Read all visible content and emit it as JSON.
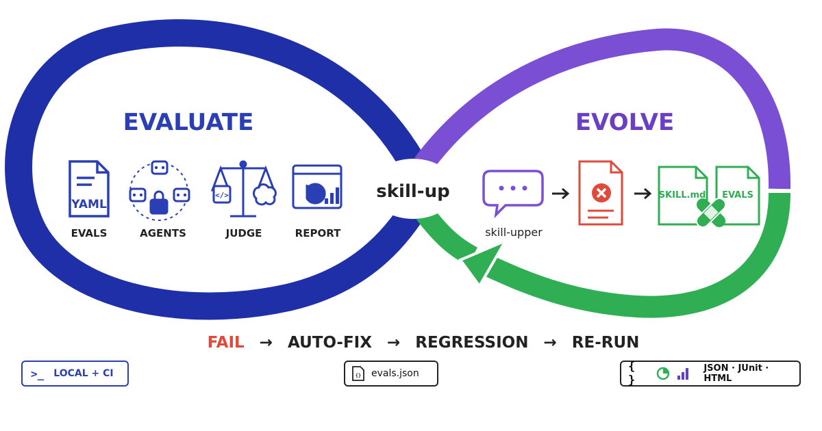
{
  "left_loop": {
    "title": "EVALUATE",
    "color": "#1f2fa8"
  },
  "right_loop": {
    "title": "EVOLVE",
    "color_top": "#7b4fd4",
    "color_bottom": "#2fae54"
  },
  "center_label": "skill-up",
  "evaluate_items": [
    {
      "label": "EVALS",
      "icon": "yaml-document-icon",
      "icon_text": "YAML"
    },
    {
      "label": "AGENTS",
      "icon": "robot-agents-icon"
    },
    {
      "label": "JUDGE",
      "icon": "scales-brain-icon"
    },
    {
      "label": "REPORT",
      "icon": "report-chart-icon"
    }
  ],
  "evolve_items": {
    "chat_label": "skill-upper",
    "chat_icon": "chat-bubble-icon",
    "fail_icon": "failed-document-icon",
    "skill_doc": "SKILL.md",
    "evals_doc": "EVALS",
    "patch_icon": "bandage-icon"
  },
  "flow": {
    "fail": "FAIL",
    "auto_fix": "AUTO-FIX",
    "regression": "REGRESSION",
    "rerun": "RE-RUN",
    "arrow": "→",
    "fail_color": "#e04a3a"
  },
  "footer": {
    "local_ci": {
      "glyph": ">_",
      "label": "LOCAL + CI"
    },
    "evals_file": {
      "label": "evals.json",
      "icon": "json-file-icon"
    },
    "formats": {
      "braces": "{ }",
      "label": "JSON · JUnit · HTML"
    }
  }
}
